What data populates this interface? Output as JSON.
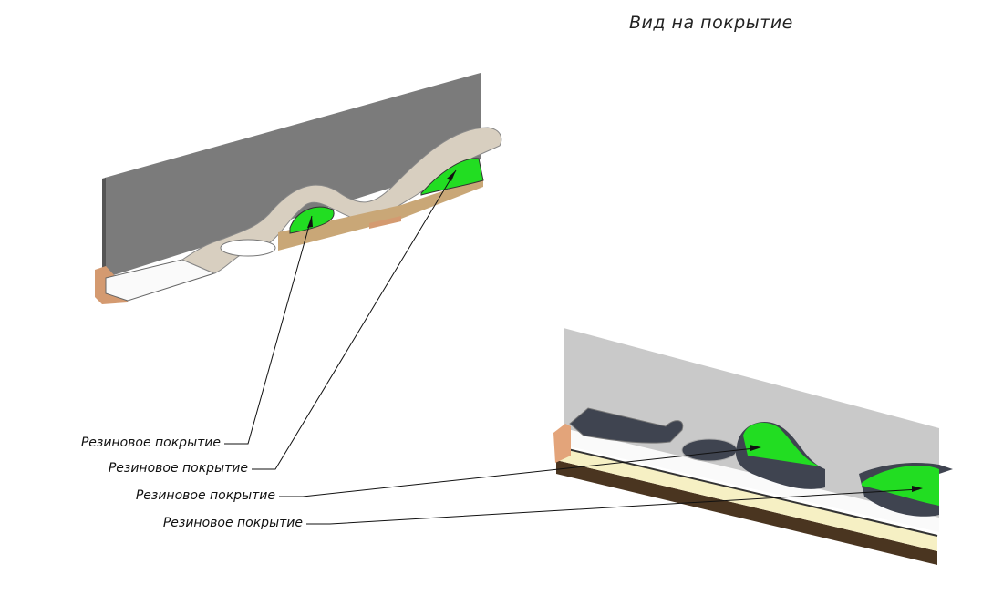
{
  "title": "Вид на покрытие",
  "labels": [
    "Резиновое покрытие",
    "Резиновое покрытие",
    "Резиновое покрытие",
    "Резиновое покрытие"
  ],
  "colors": {
    "wall_top": "#7b7b7b",
    "wall_bottom": "#c9c9c9",
    "surface_beige": "#d8cfc0",
    "green": "#22dd22",
    "rubber_dark": "#3f4450",
    "base_cream": "#f6f0c4",
    "base_brown": "#4a3520",
    "wood": "#d49a70"
  }
}
